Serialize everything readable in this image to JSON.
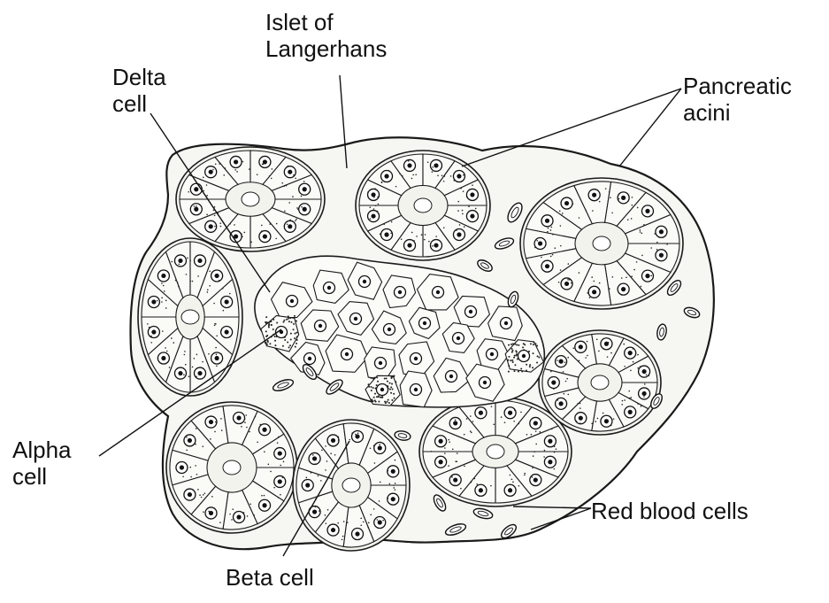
{
  "labels": {
    "islet_line1": "Islet of",
    "islet_line2": "Langerhans",
    "delta_line1": "Delta",
    "delta_line2": "cell",
    "pancreatic_line1": "Pancreatic",
    "pancreatic_line2": "acini",
    "alpha_line1": "Alpha",
    "alpha_line2": "cell",
    "red_blood_cells": "Red blood cells",
    "beta_cell": "Beta cell"
  }
}
